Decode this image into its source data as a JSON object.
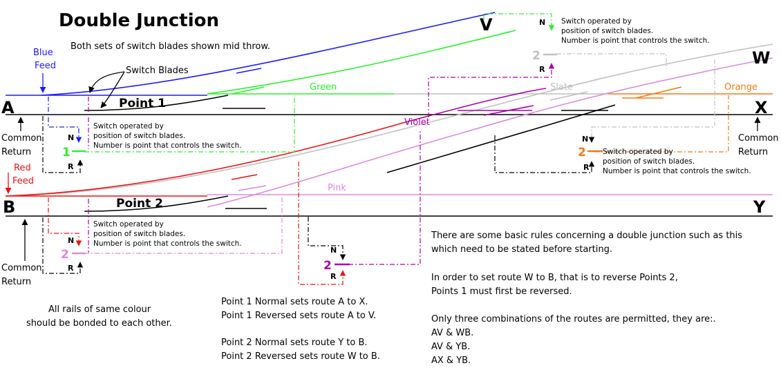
{
  "title": "Double Junction",
  "subtitle": "Both sets of switch blades shown mid throw.",
  "labels": {
    "switch_blades": "Switch Blades",
    "blue_feed_1": "Blue",
    "blue_feed_2": "Feed",
    "red_feed_1": "Red",
    "red_feed_2": "Feed",
    "common": "Common",
    "return": "Return",
    "point1": "Point 1",
    "point2": "Point 2",
    "green": "Green",
    "slate": "Slate",
    "orange": "Orange",
    "violet": "Violet",
    "pink": "Pink",
    "N": "N",
    "R": "R",
    "n1": "1",
    "n2": "2"
  },
  "terminals": {
    "A": "A",
    "B": "B",
    "V": "V",
    "W": "W",
    "X": "X",
    "Y": "Y"
  },
  "switch_note": {
    "line1": "Switch operated by",
    "line2": "position of switch blades.",
    "line3": "Number is point that controls the switch."
  },
  "bonding": {
    "line1": "All rails of same colour",
    "line2": "should be bonded to each other."
  },
  "routes": {
    "line1": "Point 1 Normal sets route A to X.",
    "line2": "Point 1 Reversed sets route A to V.",
    "line3": "Point 2 Normal sets route Y to B.",
    "line4": "Point 2 Reversed sets route W to B."
  },
  "rules": {
    "line1": "There are some basic rules concerning a double junction such as this",
    "line2": "which need to be stated before starting.",
    "line3": "In order to set route W to B, that is to reverse Points 2,",
    "line4": "Points 1 must first be reversed.",
    "line5": "Only three combinations of the routes are permitted, they are:.",
    "line6": "AV & WB.",
    "line7": "AV & YB.",
    "line8": "AX & YB."
  },
  "colors": {
    "blue": "#1a1aff",
    "green": "#2cf02c",
    "slate": "#c0c0c0",
    "orange": "#f07a14",
    "violet": "#aa00aa",
    "pink": "#dd88e0",
    "red": "#ee1111",
    "black": "#000000"
  }
}
